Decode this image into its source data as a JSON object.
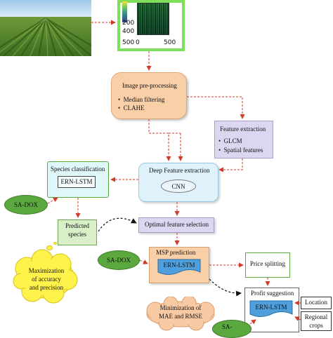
{
  "input": {
    "heatmap_ticks": {
      "y1": "200",
      "y2": "400",
      "x1": "500",
      "x2": "0",
      "x3": "500"
    }
  },
  "preprocessing": {
    "title": "Image pre-processing",
    "items": [
      "Median filtering",
      "CLAHE"
    ]
  },
  "feature_extraction": {
    "title": "Feature extraction",
    "items": [
      "GLCM",
      "Spatial features"
    ]
  },
  "deep_feature": {
    "title": "Deep Feature extraction",
    "model": "CNN"
  },
  "species": {
    "title": "Species classification",
    "model": "ERN-LSTM"
  },
  "sa_dox_left": "SA-DOX",
  "predicted": {
    "line1": "Predicted",
    "line2": "species"
  },
  "optimal": {
    "title": "Optimal feature selection"
  },
  "maximization": {
    "line1": "Maximization",
    "line2": "of accuracy",
    "line3": "and precision"
  },
  "sa_dox_mid": "SA-DOX",
  "msp": {
    "title": "MSP prediction",
    "model": "ERN-LSTM"
  },
  "price": {
    "title": "Price splitting"
  },
  "minimization": {
    "line1": "Minimization of",
    "line2": "MAE and RMSE"
  },
  "profit": {
    "title": "Profit suggestion",
    "model": "ERN-LSTM"
  },
  "location": "Location",
  "regional": {
    "line1": "Regional",
    "line2": "crops"
  },
  "sa_bottom": "SA-",
  "colors": {
    "frame_green": "#7ee05a",
    "peach": "#f9cfa8",
    "lavender": "#ddd6f0",
    "light_blue": "#dff2fb",
    "dark_green": "#5aa83e",
    "light_green": "#d8efc7",
    "yellow": "#fff24a",
    "arrow_red": "#d23a2a",
    "wave_blue": "#4f9fdc"
  }
}
